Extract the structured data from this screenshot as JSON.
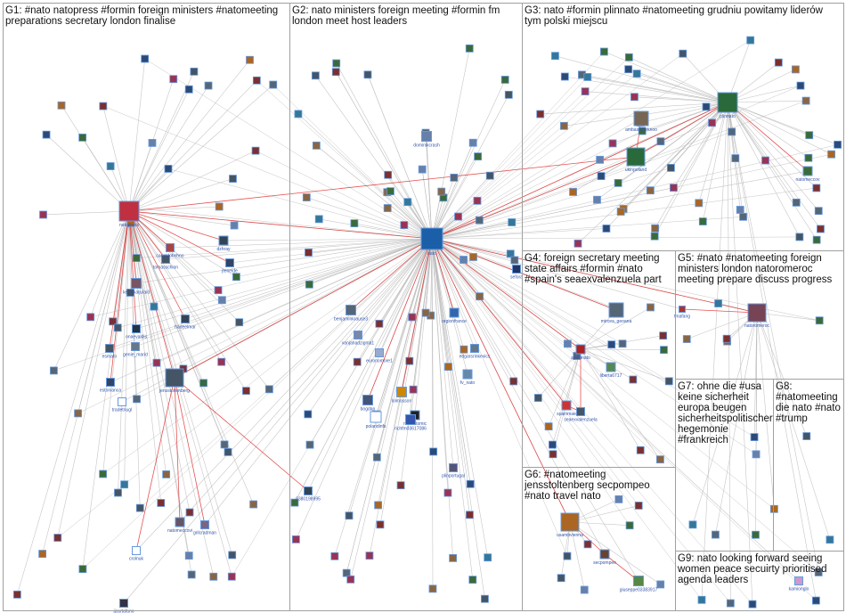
{
  "groups": [
    {
      "id": "G1",
      "label": "G1: #nato natopress #formin foreign ministers #natomeeting\npreparations secretary london finalise"
    },
    {
      "id": "G2",
      "label": "G2: nato ministers foreign meeting #formin fm\nlondon meet host leaders"
    },
    {
      "id": "G3",
      "label": "G3: nato #formin plinnato #natomeeting grudniu powitamy liderów\ntym polski miejscu"
    },
    {
      "id": "G4",
      "label": "G4: foreign secretary meeting\nstate affairs #formin #nato\n#spain's seaexvalenzuela part"
    },
    {
      "id": "G5",
      "label": "G5: #nato #natomeeting foreign\nministers london natoromeroc\nmeeting prepare discuss progress"
    },
    {
      "id": "G6",
      "label": "G6: #natomeeting\njensstoltenberg secpompeo\n#nato travel nato"
    },
    {
      "id": "G7",
      "label": "G7: ohne die #usa\nkeine sicherheit\neuropa beugen\nsicherheitspolitischer\nhegemonie\n#frankreich"
    },
    {
      "id": "G8",
      "label": "G8:\n#natomeeting\ndie nato #nato\n#trump"
    },
    {
      "id": "G9",
      "label": "G9: nato looking forward seeing\nwomen peace secuirty prioritised\nagenda leaders"
    }
  ],
  "nodes": [
    {
      "id": "natopress",
      "label": "natopress",
      "color": "#c03040"
    },
    {
      "id": "jensstoltenberg",
      "label": "jensstoltenberg",
      "color": "#445566"
    },
    {
      "id": "nato",
      "label": "nato",
      "color": "#1a5fa8"
    },
    {
      "id": "dominikcrash",
      "label": "dominikcrash",
      "color": "#6680aa"
    },
    {
      "id": "ambasadorknoo",
      "label": "ambasadorknoo",
      "color": "#776655"
    },
    {
      "id": "ukinpoland",
      "label": "ukinpoland",
      "color": "#2a6a3a"
    },
    {
      "id": "plinnato",
      "label": "plinnato",
      "color": "#2a6a3a"
    },
    {
      "id": "natomeccov",
      "label": "natomeccov",
      "color": "#3a6a3a"
    },
    {
      "id": "mircea_geoana",
      "label": "mircea_geoana",
      "color": "#556677"
    },
    {
      "id": "spainnato",
      "label": "spainnato",
      "color": "#aa2222"
    },
    {
      "id": "spainmae",
      "label": "spainmae",
      "color": "#cc3333"
    },
    {
      "id": "seaexvalenzuela",
      "label": "seaexvalenzuela",
      "color": "#445566"
    },
    {
      "id": "liberta6717",
      "label": "liberta6717",
      "color": "#558855"
    },
    {
      "id": "natoromeroc",
      "label": "natoromeroc",
      "color": "#774455"
    },
    {
      "id": "tmafang",
      "label": "tmafang",
      "color": "#aa3333"
    },
    {
      "id": "usambvienna",
      "label": "usambvienna",
      "color": "#aa6622"
    },
    {
      "id": "secpompeo",
      "label": "secpompeo",
      "color": "#664433"
    },
    {
      "id": "giuseppe",
      "label": "giuseppe03383917",
      "color": "#558844"
    },
    {
      "id": "bogdan",
      "label": "bogdan",
      "color": "#445577"
    },
    {
      "id": "polandinfs",
      "label": "polandinfs",
      "color": "#ffffff"
    },
    {
      "id": "benjaminkrauss",
      "label": "benjaminkrause3",
      "color": "#556677"
    },
    {
      "id": "vanjahadzic",
      "label": "vanjahadzigma1",
      "color": "#7788aa"
    },
    {
      "id": "euronomore",
      "label": "euronomore1",
      "color": "#99aacc"
    },
    {
      "id": "regionfrance",
      "label": "regionfrance",
      "color": "#3366aa"
    },
    {
      "id": "edgarsrinkevics",
      "label": "edgarsrinkevics",
      "color": "#667788"
    },
    {
      "id": "fv_nato",
      "label": "fv_nato",
      "color": "#6688aa"
    },
    {
      "id": "lolmosson",
      "label": "lolmosson",
      "color": "#cc8800"
    },
    {
      "id": "northatomic",
      "label": "northatomic",
      "color": "#222222"
    },
    {
      "id": "richfm",
      "label": "richfm03617086",
      "color": "#3355aa"
    },
    {
      "id": "plinportugal",
      "label": "plinportugal",
      "color": "#555577"
    },
    {
      "id": "u0380",
      "label": "0380198995",
      "color": "#334455"
    },
    {
      "id": "natomeccovi",
      "label": "natomeccovi",
      "color": "#665566"
    },
    {
      "id": "grilcradman",
      "label": "grilcradman",
      "color": "#776688"
    },
    {
      "id": "crolnuk",
      "label": "crolnuk",
      "color": "#ffffff"
    },
    {
      "id": "jjcartafano",
      "label": "jjcartafano",
      "color": "#333344"
    },
    {
      "id": "tradetriugl",
      "label": "tradetriugl",
      "color": "#ffffff"
    },
    {
      "id": "estonianca",
      "label": "estonianca",
      "color": "#334466"
    },
    {
      "id": "esmaro",
      "label": "esmaro",
      "color": "#445566"
    },
    {
      "id": "genie_marid",
      "label": "genie_marid",
      "color": "#667788"
    },
    {
      "id": "onaevaldis",
      "label": "onaevaldis",
      "color": "#223344"
    },
    {
      "id": "hadeelmar",
      "label": "hadeelmar",
      "color": "#334455"
    },
    {
      "id": "kerstikaljulaid",
      "label": "kerstikaljulaid",
      "color": "#775566"
    },
    {
      "id": "tomasschion",
      "label": "tomasschion",
      "color": "#445566"
    },
    {
      "id": "casetdobchno",
      "label": "casetdobchno",
      "color": "#aa4444"
    },
    {
      "id": "dzhray",
      "label": "dzhray",
      "color": "#334455"
    },
    {
      "id": "jtenelde",
      "label": "jtenelde",
      "color": "#334466"
    },
    {
      "id": "sefora",
      "label": "sefora",
      "color": "#223366"
    },
    {
      "id": "kamionglo",
      "label": "kamionglo",
      "color": "#cc99cc"
    }
  ],
  "colors": {
    "edge_gray": "#b8b8b8",
    "edge_red": "#e02828",
    "box_border": "#a0a0a0",
    "label_color": "#3355aa"
  }
}
